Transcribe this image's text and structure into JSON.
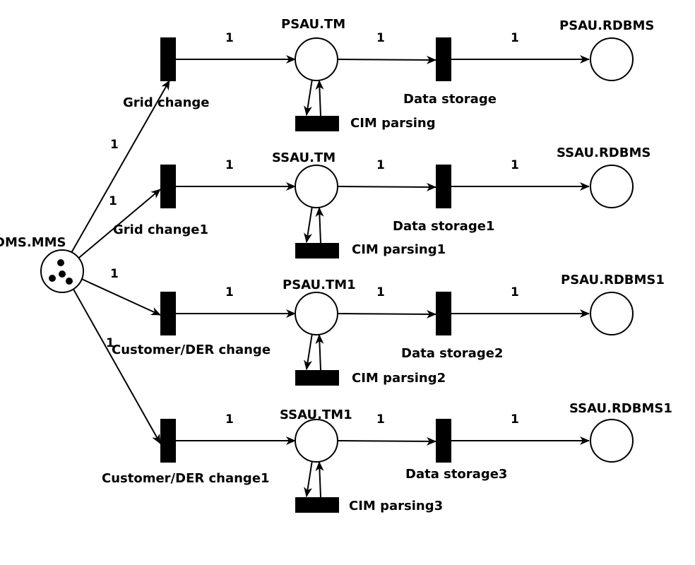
{
  "source_place": {
    "label": "DMS.MMS",
    "tokens": 4
  },
  "rows": [
    {
      "change": "Grid change",
      "tm": "PSAU.TM",
      "parsing": "CIM parsing",
      "storage": "Data storage",
      "rdbms": "PSAU.RDBMS",
      "w_src": "1",
      "w_change_tm": "1",
      "w_tm_storage": "1",
      "w_storage_rdbms": "1"
    },
    {
      "change": "Grid change1",
      "tm": "SSAU.TM",
      "parsing": "CIM parsing1",
      "storage": "Data storage1",
      "rdbms": "SSAU.RDBMS",
      "w_src": "1",
      "w_change_tm": "1",
      "w_tm_storage": "1",
      "w_storage_rdbms": "1"
    },
    {
      "change": "Customer/DER change",
      "tm": "PSAU.TM1",
      "parsing": "CIM parsing2",
      "storage": "Data storage2",
      "rdbms": "PSAU.RDBMS1",
      "w_src": "1",
      "w_change_tm": "1",
      "w_tm_storage": "1",
      "w_storage_rdbms": "1"
    },
    {
      "change": "Customer/DER change1",
      "tm": "SSAU.TM1",
      "parsing": "CIM parsing3",
      "storage": "Data storage3",
      "rdbms": "SSAU.RDBMS1",
      "w_src": "1",
      "w_change_tm": "1",
      "w_tm_storage": "1",
      "w_storage_rdbms": "1"
    }
  ]
}
